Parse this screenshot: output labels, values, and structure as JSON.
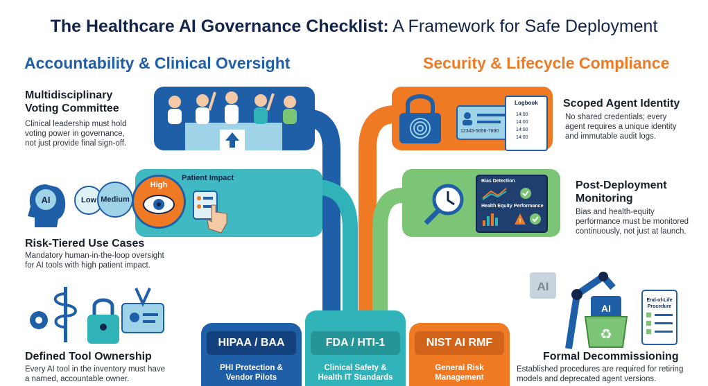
{
  "title": {
    "bold": "The Healthcare AI Governance Checklist:",
    "rest": " A Framework for Safe Deployment"
  },
  "left_heading": "Accountability & Clinical Oversight",
  "right_heading": "Security & Lifecycle Compliance",
  "left_items": [
    {
      "title_line1": "Multidisciplinary",
      "title_line2": "Voting Committee",
      "desc_line1": "Clinical leadership must hold",
      "desc_line2": "voting power in governance,",
      "desc_line3": "not just provide final sign-off."
    },
    {
      "title": "Risk-Tiered Use Cases",
      "desc_line1": "Mandatory human-in-the-loop oversight",
      "desc_line2": "for AI tools with high patient impact."
    },
    {
      "title": "Defined Tool Ownership",
      "desc_line1": "Every AI tool in the inventory must have",
      "desc_line2": "a named, accountable owner."
    }
  ],
  "right_items": [
    {
      "title": "Scoped Agent Identity",
      "desc_line1": "No shared credentials; every",
      "desc_line2": "agent requires a unique identity",
      "desc_line3": "and immutable audit logs."
    },
    {
      "title_line1": "Post-Deployment",
      "title_line2": "Monitoring",
      "desc_line1": "Bias and health-equity",
      "desc_line2": "performance must be monitored",
      "desc_line3": "continuously, not just at launch."
    },
    {
      "title": "Formal Decommissioning",
      "desc_line1": "Established procedures are required for retiring",
      "desc_line2": "models and deprecated agent versions."
    }
  ],
  "risk_card": {
    "patient_impact": "Patient Impact",
    "high": "High",
    "medium": "Medium",
    "low": "Low",
    "ai": "AI"
  },
  "identity_card": {
    "logbook": "Logbook",
    "times": [
      "14:00",
      "14:00",
      "14:00",
      "14:00"
    ],
    "id_number": "12345-5656-7890"
  },
  "monitoring_card": {
    "bias": "Bias Detection",
    "equity": "Health Equity Performance"
  },
  "decom_card": {
    "ai_top": "AI",
    "ai_bin": "AI",
    "proc_line1": "End-of-Life",
    "proc_line2": "Procedure"
  },
  "pillars": [
    {
      "title": "HIPAA / BAA",
      "sub_line1": "PHI Protection &",
      "sub_line2": "Vendor Pilots",
      "color": "#1f5fa8"
    },
    {
      "title": "FDA / HTI-1",
      "sub_line1": "Clinical Safety &",
      "sub_line2": "Health IT Standards",
      "color": "#2fb3b8"
    },
    {
      "title": "NIST AI RMF",
      "sub_line1": "General Risk",
      "sub_line2": "Management",
      "color": "#ef7a23"
    }
  ],
  "colors": {
    "blue": "#1f5fa8",
    "teal": "#2fb3b8",
    "orange": "#ef7a23",
    "green": "#7cc576"
  }
}
